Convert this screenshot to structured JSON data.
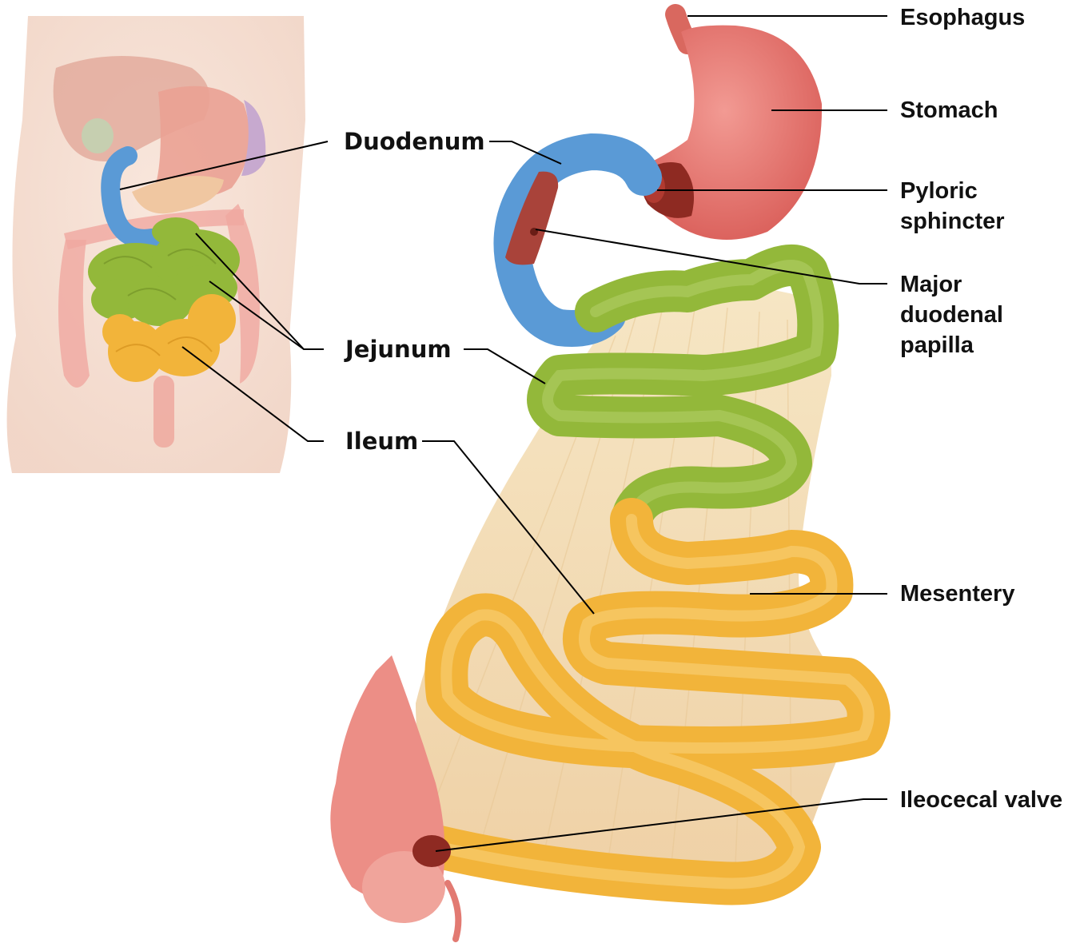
{
  "labels": {
    "duodenum": "Duodenum",
    "jejunum": "Jejunum",
    "ileum": "Ileum",
    "esophagus": "Esophagus",
    "stomach": "Stomach",
    "pyloric_sphincter": "Pyloric sphincter",
    "major_duodenal_papilla": "Major duodenal papilla",
    "mesentery": "Mesentery",
    "ileocecal_valve": "Ileocecal valve"
  },
  "colors": {
    "duodenum": "#5a9ad6",
    "jejunum": "#93b83a",
    "ileum": "#f2b43a",
    "stomach": "#e46e68",
    "mesentery": "#f2ddb6",
    "large_intestine": "#ec8e86",
    "torso": "#f4d7c8",
    "leader_line": "#000000"
  }
}
